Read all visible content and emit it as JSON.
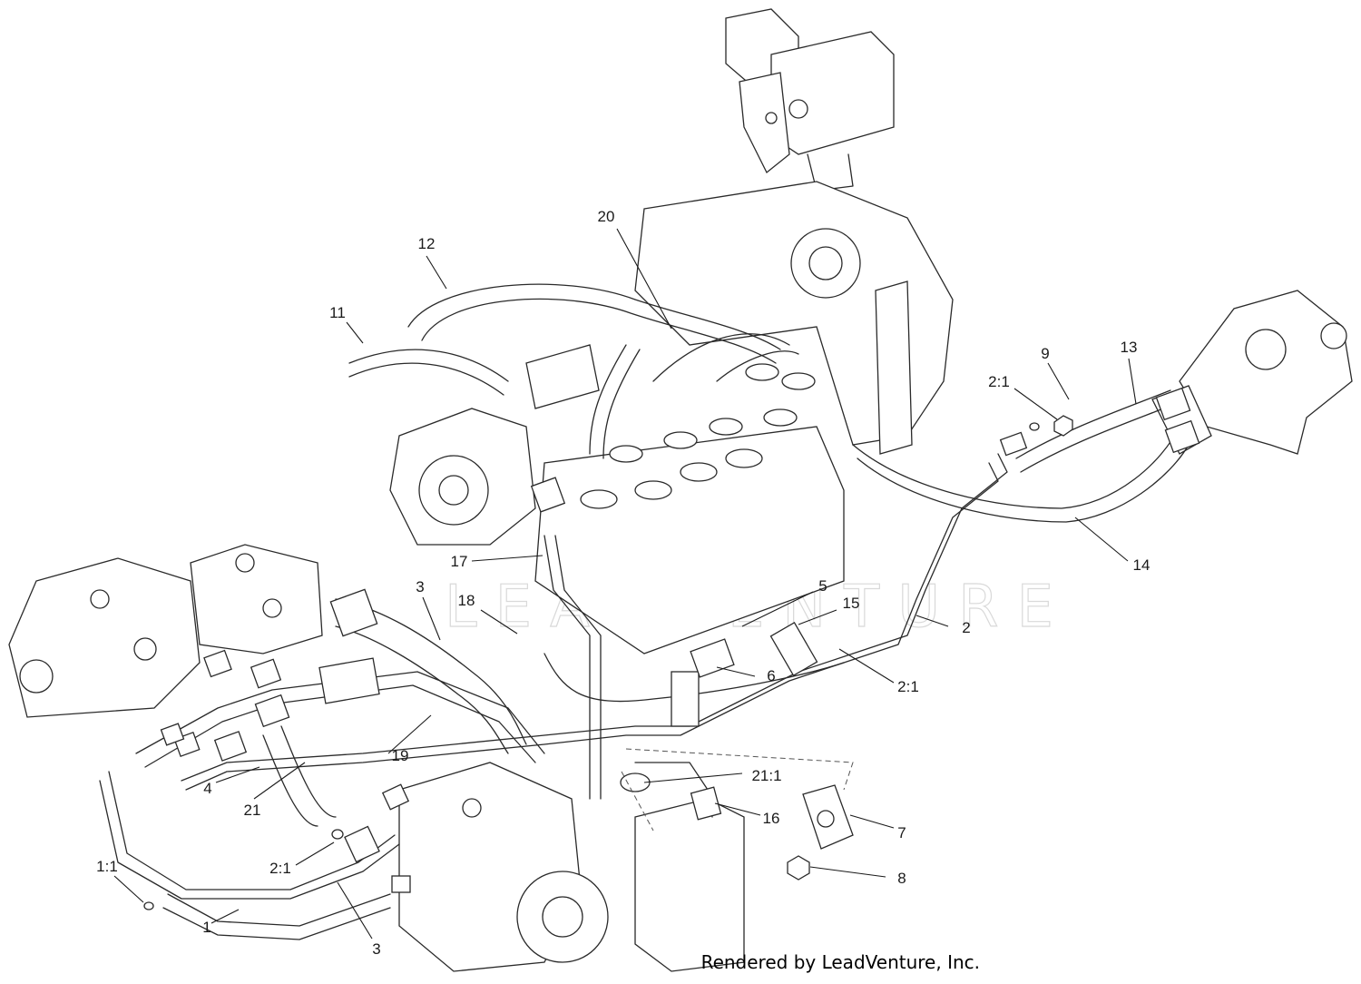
{
  "diagram": {
    "watermark": "LEADVENTURE",
    "footer": "Rendered by LeadVenture, Inc.",
    "labels": [
      "12",
      "20",
      "11",
      "9",
      "13",
      "2:1",
      "17",
      "14",
      "3",
      "5",
      "18",
      "15",
      "2",
      "6",
      "2:1",
      "19",
      "21:1",
      "4",
      "21",
      "16",
      "7",
      "2:1",
      "1:1",
      "8",
      "1",
      "3"
    ]
  }
}
